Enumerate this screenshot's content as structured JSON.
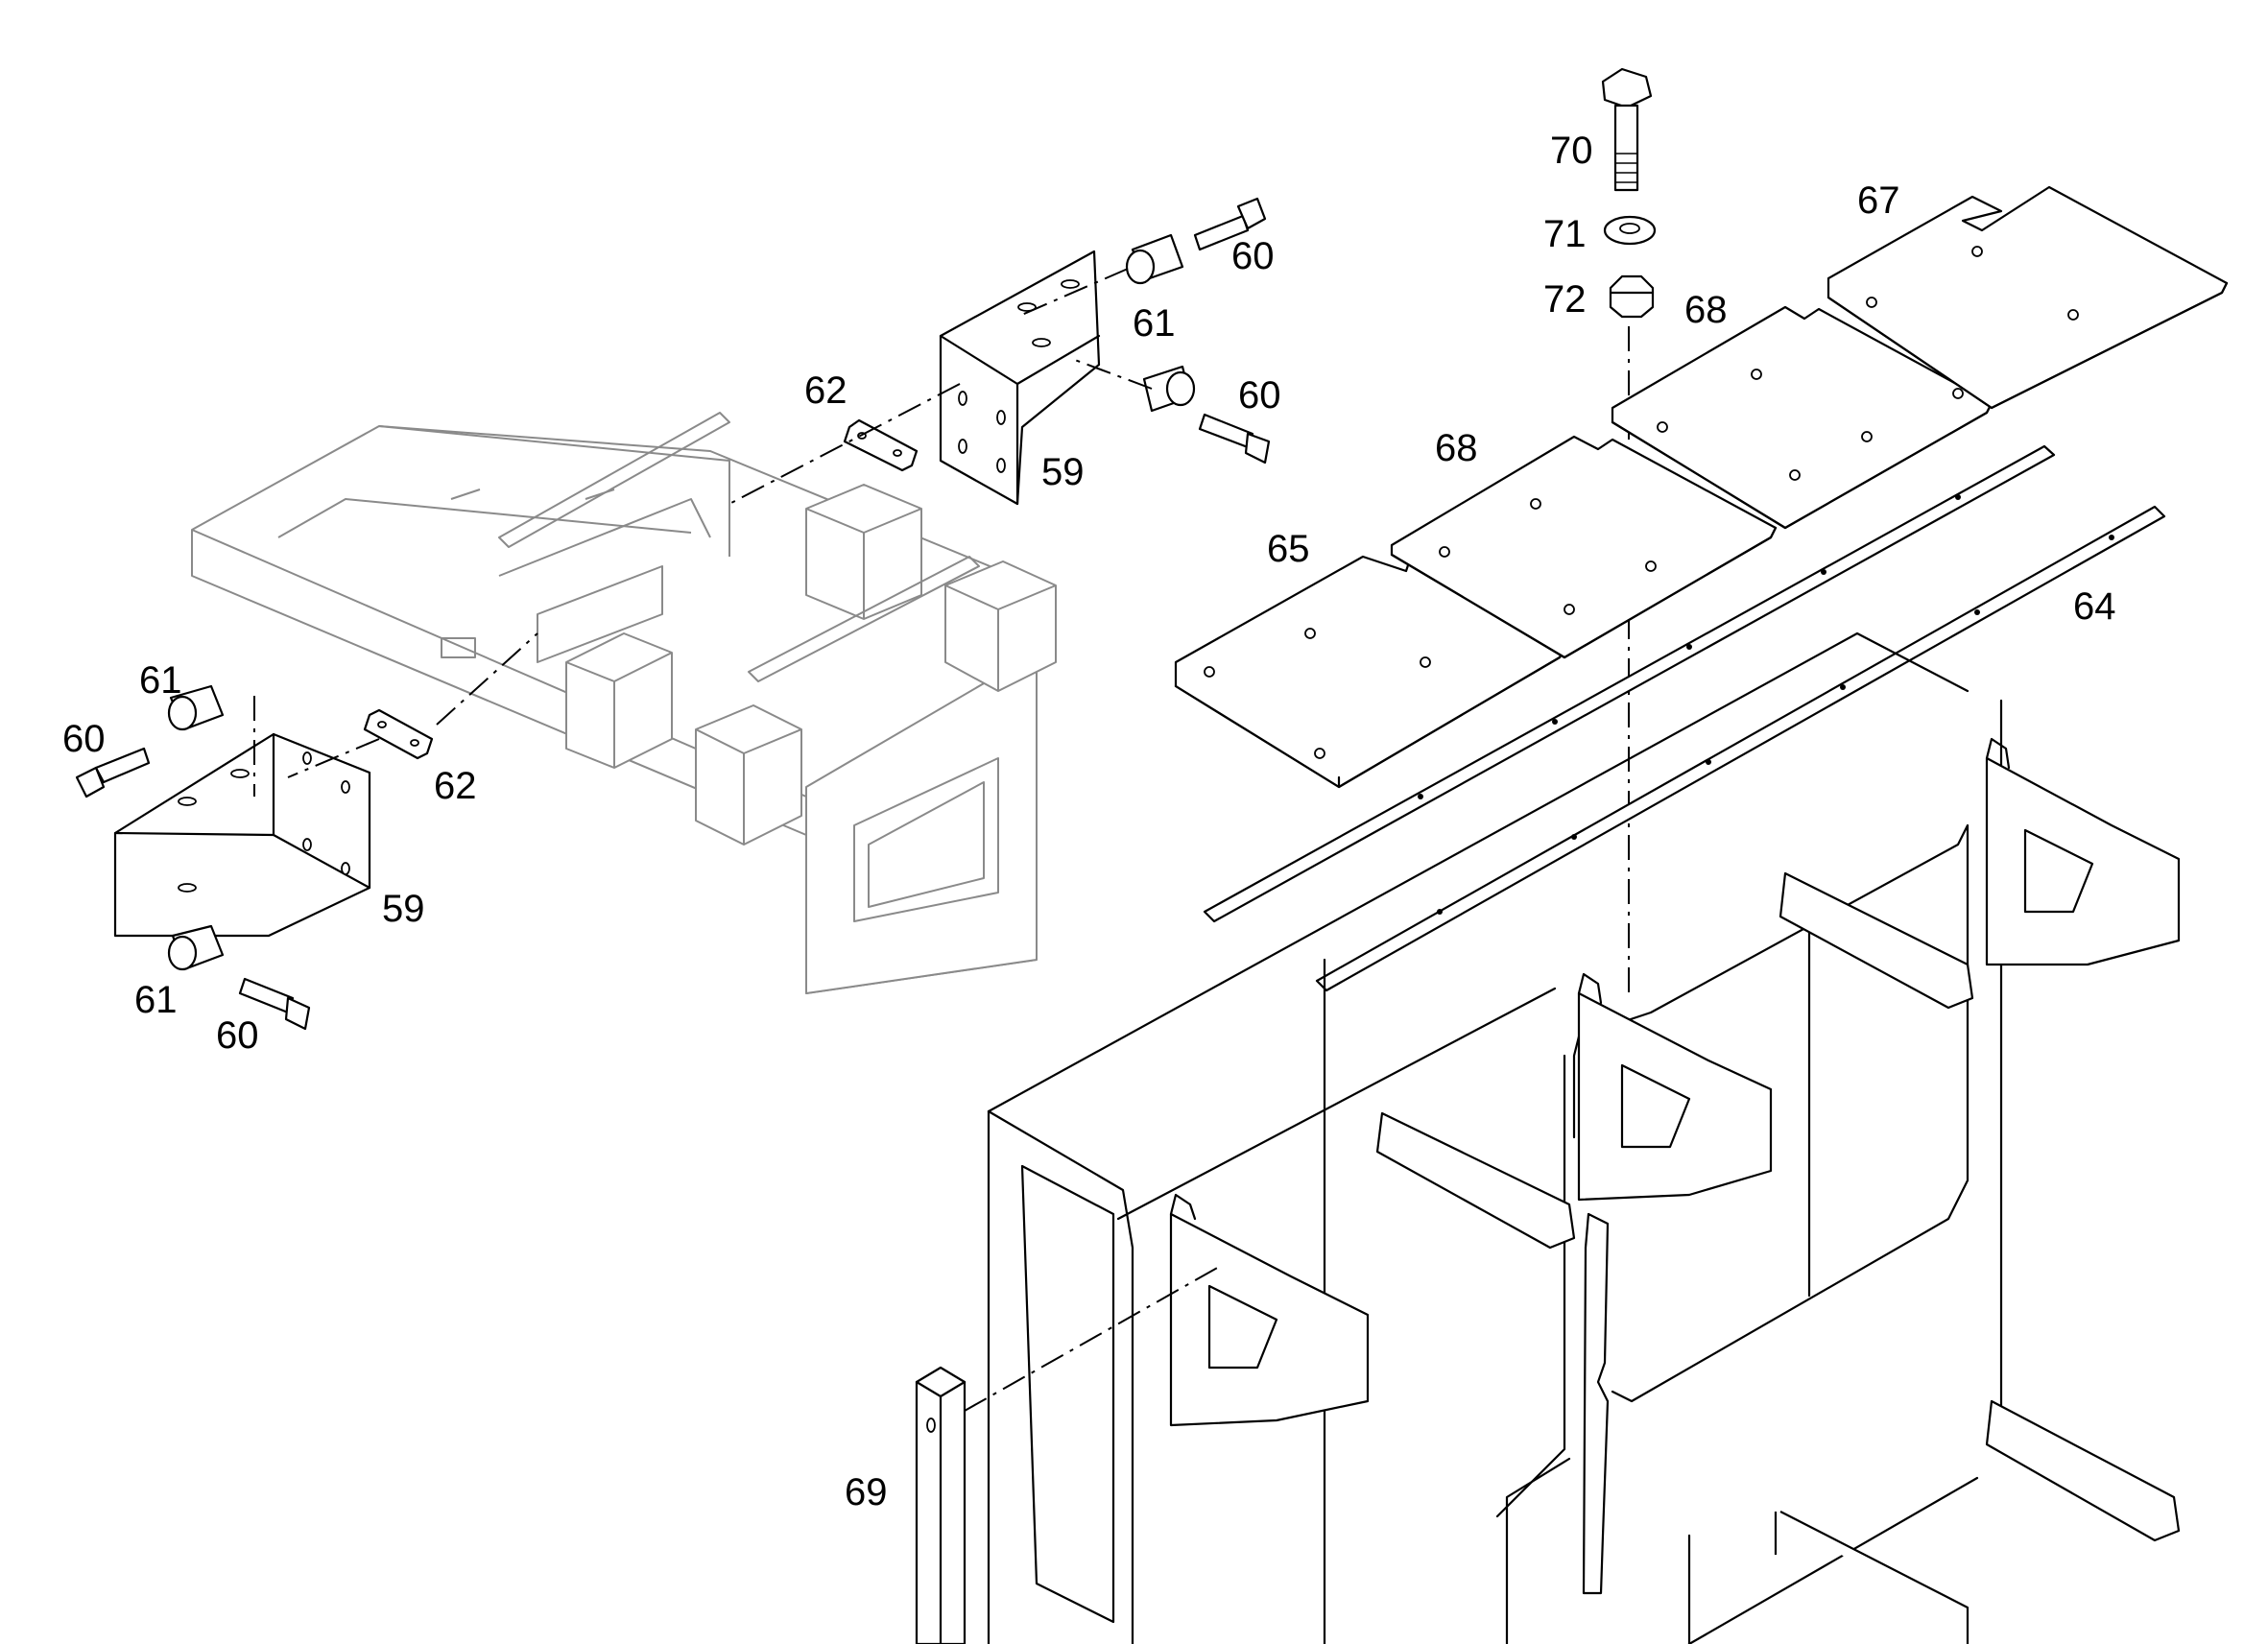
{
  "figure": {
    "callouts": {
      "c59a": "59",
      "c59b": "59",
      "c60a": "60",
      "c60b": "60",
      "c60c": "60",
      "c60d": "60",
      "c61a": "61",
      "c61b": "61",
      "c61c": "61",
      "c62a": "62",
      "c62b": "62",
      "c64": "64",
      "c65": "65",
      "c67": "67",
      "c68a": "68",
      "c68b": "68",
      "c69": "69",
      "c70": "70",
      "c71": "71",
      "c72": "72"
    }
  }
}
